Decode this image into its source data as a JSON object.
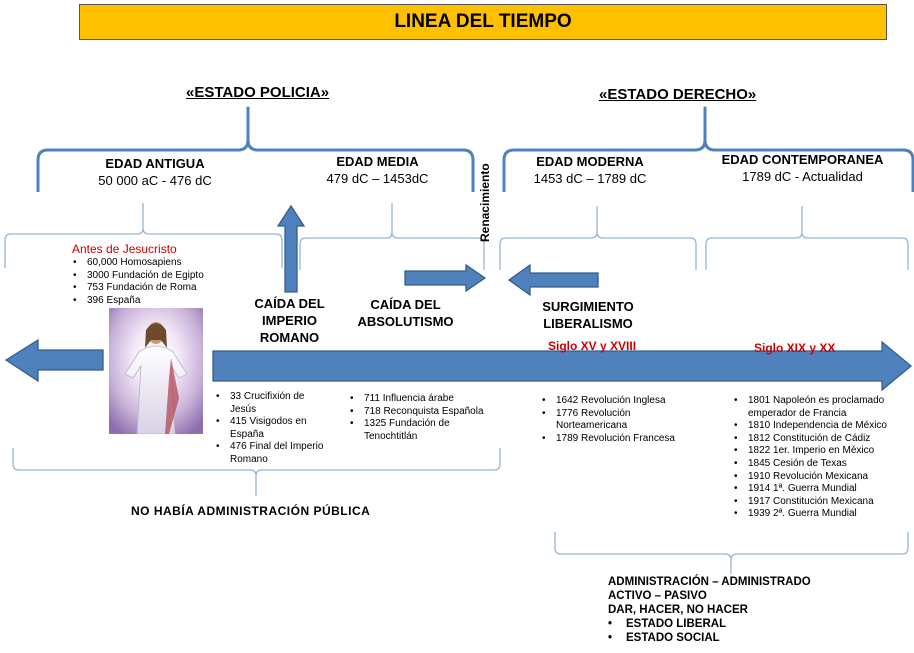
{
  "title": "LINEA DEL TIEMPO",
  "states": {
    "policia": "«ESTADO POLICIA»",
    "derecho": "«ESTADO DERECHO»"
  },
  "renacimiento": "Renacimiento",
  "eras": {
    "antigua": {
      "name": "EDAD ANTIGUA",
      "range": "50 000 aC -  476 dC"
    },
    "media": {
      "name": "EDAD MEDIA",
      "range": "479 dC – 1453dC"
    },
    "moderna": {
      "name": "EDAD MODERNA",
      "range": "1453 dC – 1789 dC"
    },
    "contemporanea": {
      "name": "EDAD CONTEMPORANEA",
      "range": "1789 dC - Actualidad"
    }
  },
  "antes": {
    "title": "Antes de Jesucristo",
    "items": [
      "60,000 Homosapiens",
      "3000 Fundación de Egipto",
      "753 Fundación de Roma",
      "396 España"
    ]
  },
  "events": {
    "caida_imperio": [
      "CAÍDA DEL",
      "IMPERIO",
      "ROMANO"
    ],
    "caida_absolutismo": [
      "CAÍDA DEL",
      "ABSOLUTISMO"
    ],
    "surgimiento": [
      "SURGIMIENTO",
      "LIBERALISMO"
    ]
  },
  "centuries": {
    "xv_xviii": "Siglo XV y XVIII",
    "xix_xx": "Siglo XIX y XX"
  },
  "lists": {
    "roma": [
      "33 Crucifixión de Jesús",
      "415 Visigodos en España",
      "476 Final del Imperio Romano"
    ],
    "media": [
      "711 Influencia árabe",
      "718 Reconquista Española",
      "1325 Fundación de Tenochtitlán"
    ],
    "moderna": [
      "1642 Revolución Inglesa",
      "1776 Revolución Norteamericana",
      "1789 Revolución Francesa"
    ],
    "contemporanea": [
      "1801 Napoleón es proclamado emperador de Francia",
      "1810 Independencia de México",
      "1812 Constitución de Cádiz",
      "1822 1er. Imperio  en México",
      "1845 Cesión de Texas",
      "1910 Revolución Mexicana",
      "1914 1ª. Guerra Mundial",
      "1917 Constitución Mexicana",
      "1939 2ª. Guerra Mundial"
    ]
  },
  "bottom_note": "NO HABÍA ADMINISTRACIÓN PÚBLICA",
  "admin": {
    "line1": "ADMINISTRACIÓN   – ADMINISTRADO",
    "line2": "ACTIVO  – PASIVO",
    "line3": "DAR, HACER,  NO HACER",
    "bullets": [
      "ESTADO LIBERAL",
      "ESTADO SOCIAL"
    ]
  },
  "colors": {
    "title_bg": "#FFC000",
    "arrow_fill": "#4F81BD",
    "arrow_stroke": "#385D8A",
    "bracket": "#4F81BD",
    "century_red": "#D00000"
  }
}
